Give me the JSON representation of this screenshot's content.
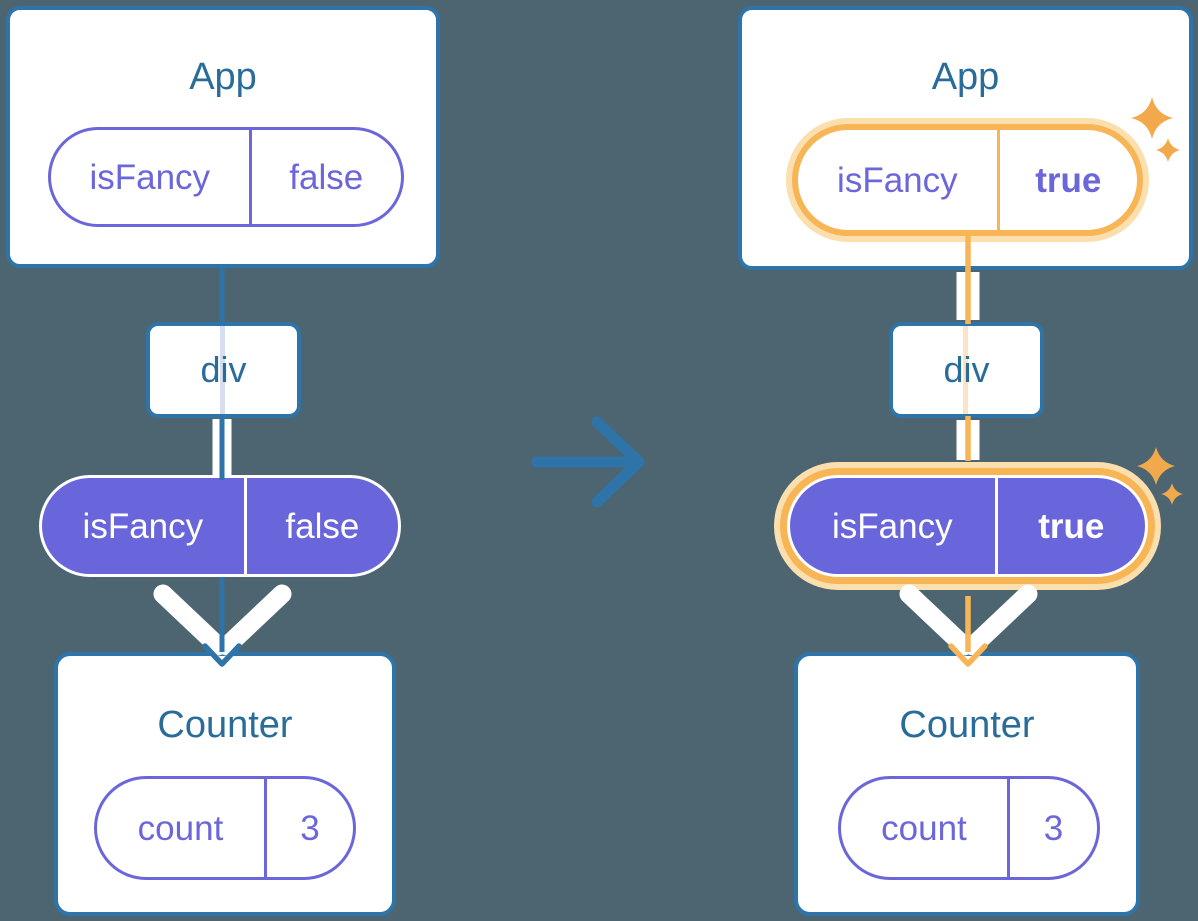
{
  "colors": {
    "background": "#4D6570",
    "panel": "#FFFFFF",
    "blue_border": "#2E74A8",
    "blue_text": "#2A6C99",
    "purple": "#6B66D9",
    "purple_fill": "#6966DB",
    "orange": "#F7B556",
    "orange_light": "#FBDFAE",
    "sparkle": "#F2A94B",
    "lavender": "#D6DEF0",
    "peach": "#FAE4C3"
  },
  "before": {
    "app_title": "App",
    "app_prop_name": "isFancy",
    "app_prop_value": "false",
    "div_label": "div",
    "provider_name": "isFancy",
    "provider_value": "false",
    "counter_title": "Counter",
    "counter_state_name": "count",
    "counter_state_value": "3"
  },
  "after": {
    "app_title": "App",
    "app_prop_name": "isFancy",
    "app_prop_value": "true",
    "div_label": "div",
    "provider_name": "isFancy",
    "provider_value": "true",
    "counter_title": "Counter",
    "counter_state_name": "count",
    "counter_state_value": "3"
  }
}
